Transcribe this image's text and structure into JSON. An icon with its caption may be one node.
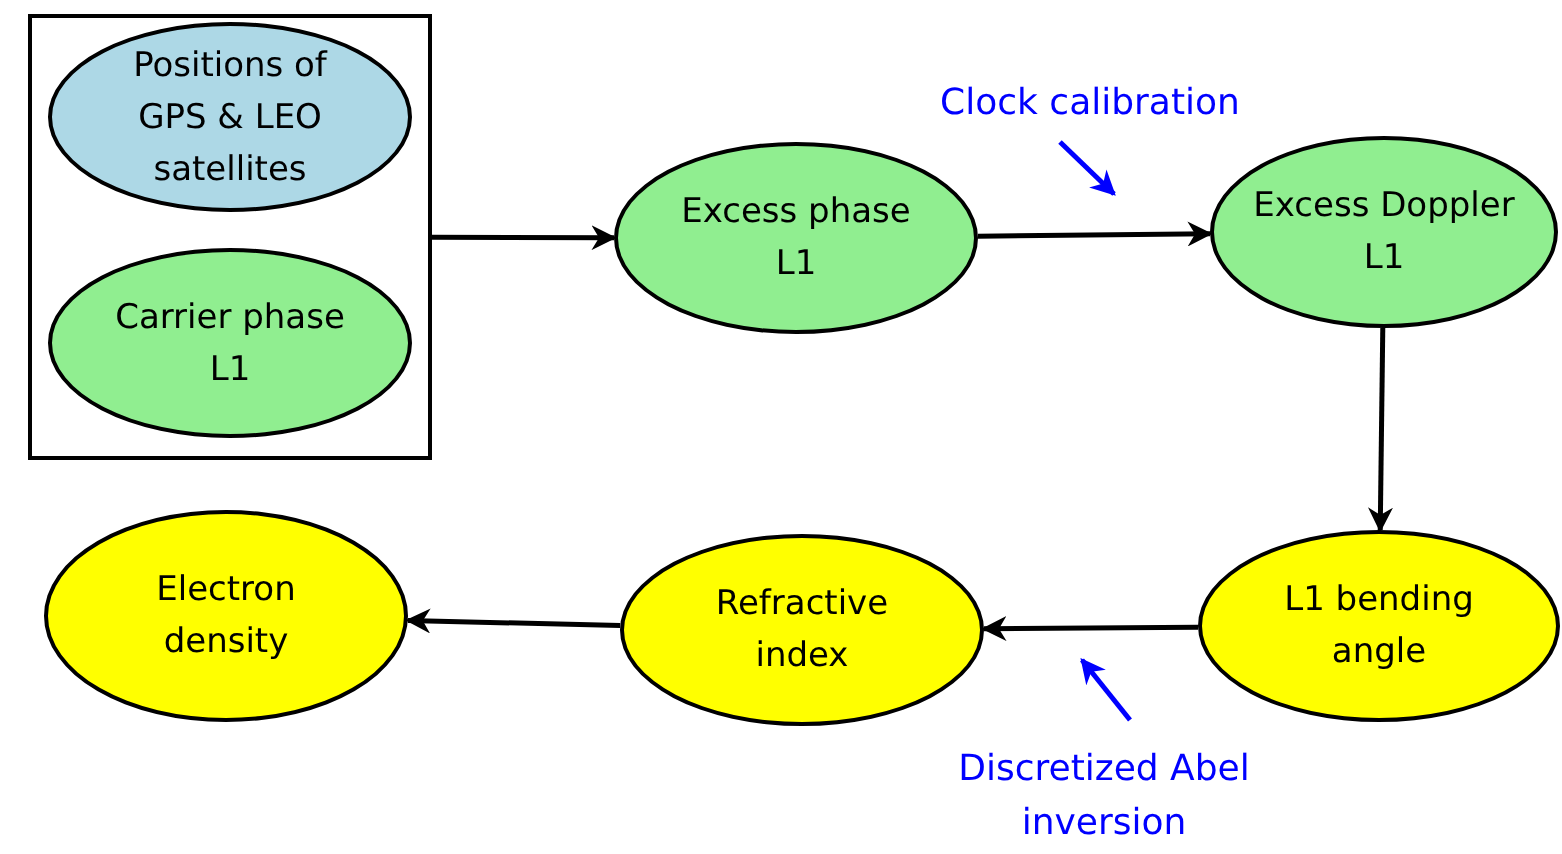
{
  "diagram": {
    "nodes": [
      {
        "text": [],
        "shape": "box"
      },
      {
        "text": [
          "Positions of GPS & LEO satellites"
        ],
        "in": 0
      },
      {
        "text": [
          "Carrier phase L1"
        ],
        "in": 0
      },
      {
        "text": [
          "Excess phase L1"
        ]
      },
      {
        "text": [
          "Excess Doppler L1"
        ]
      },
      {
        "text": [
          "L1 bending angle"
        ]
      },
      {
        "text": [
          "Refractive index"
        ]
      },
      {
        "text": [
          "Electron density"
        ]
      },
      {
        "text": [
          "Clock calibration"
        ]
      },
      {
        "text": [
          "Discretized Abel inversion"
        ]
      }
    ],
    "edges": [
      {
        "from": 0,
        "to": 3,
        "arrow": "to"
      },
      {
        "from": 3,
        "to": 4,
        "arrow": "to"
      },
      {
        "from": 4,
        "to": 5,
        "arrow": "to"
      },
      {
        "from": 5,
        "to": 6,
        "arrow": "to"
      },
      {
        "from": 6,
        "to": 7,
        "arrow": "to"
      },
      {
        "from": 8,
        "to": null,
        "arrow": "to",
        "color": "#0000ff"
      },
      {
        "from": 9,
        "to": null,
        "arrow": "to",
        "color": "#0000ff"
      }
    ]
  }
}
